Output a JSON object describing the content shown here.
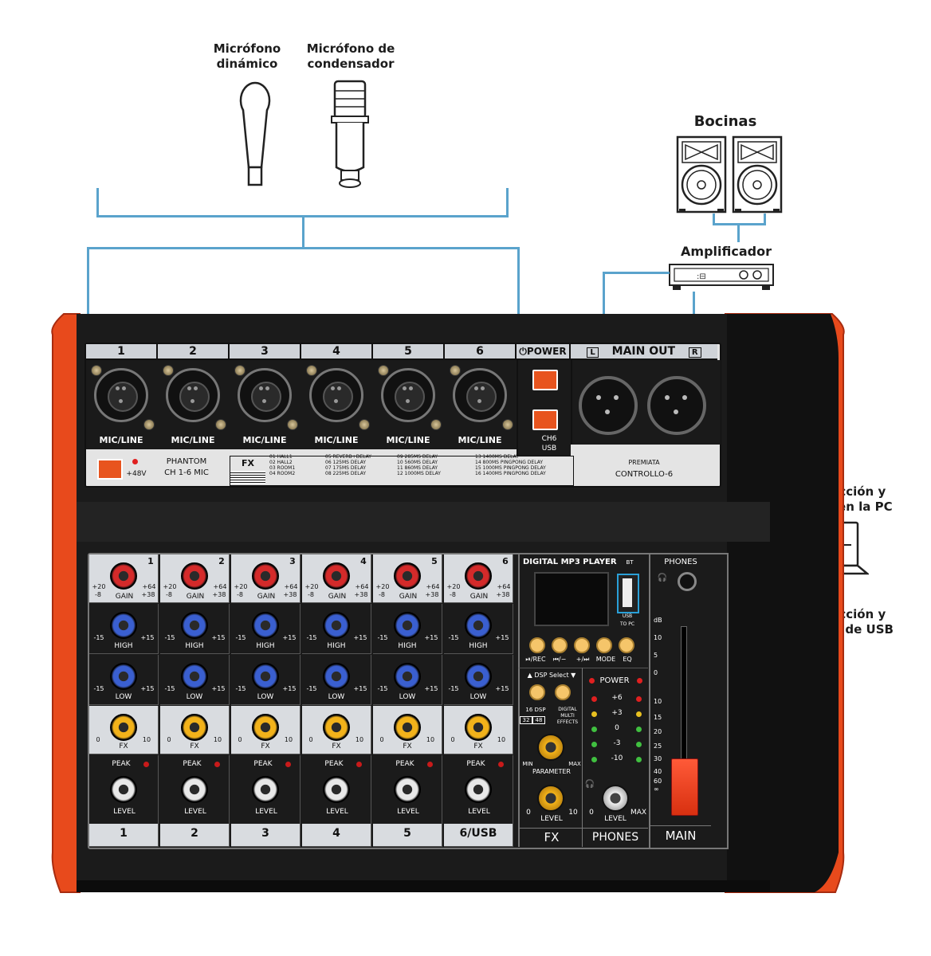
{
  "labels": {
    "mic_dynamic": [
      "Micrófono",
      "dinámico"
    ],
    "mic_condenser": [
      "Micrófono de",
      "condensador"
    ],
    "speakers": "Bocinas",
    "amplifier": "Amplificador",
    "pc": [
      "Reproducción y",
      "rabación en la PC"
    ],
    "usb": [
      "Reproducción y",
      "grabación de USB"
    ]
  },
  "mixer": {
    "channels": [
      "1",
      "2",
      "3",
      "4",
      "5",
      "6"
    ],
    "input_label": "MIC/LINE",
    "power_label": "POWER",
    "main_out_label": "MAIN OUT",
    "main_out_l": "L",
    "main_out_r": "R",
    "ch6_label": "CH6",
    "usb_label": "USB",
    "phantom": [
      "PHANTOM",
      "CH 1-6 MIC"
    ],
    "phantom_volt": "+48V",
    "fx_label": "FX",
    "fx_presets": [
      [
        "01 HALL1",
        "02 HALL2",
        "03 ROOM1",
        "04 ROOM2"
      ],
      [
        "05 REVERB+DELAY",
        "06 125MS DELAY",
        "07 175MS DELAY",
        "08 225MS DELAY"
      ],
      [
        "09 285MS DELAY",
        "10 560MS DELAY",
        "11 860MS DELAY",
        "12 1000MS DELAY"
      ],
      [
        "13 1400MS DELAY",
        "14 800MS PINGPONG DELAY",
        "15 1000MS PINGPONG DELAY",
        "16 1400MS PINGPONG DELAY"
      ]
    ],
    "brand": "PREMIATA",
    "model": "CONTROLLO-6",
    "gain_label": "GAIN",
    "gain_min": "+20",
    "gain_max": "+64",
    "gain_pad": "-8",
    "gain_pad2": "+38",
    "high_label": "HIGH",
    "low_label": "LOW",
    "eq_min": "-15",
    "eq_max": "+15",
    "fx_send": "FX",
    "fx_min": "0",
    "fx_max": "10",
    "peak_label": "PEAK",
    "level_label": "LEVEL",
    "strip_bottom": [
      "1",
      "2",
      "3",
      "4",
      "5",
      "6/USB"
    ],
    "mp3_title": "DIGITAL MP3 PLAYER",
    "bt_label": "BT",
    "to_pc": "TO PC",
    "usb_port": "USB",
    "mp3_buttons": [
      "⏯/REC",
      "⏮/−",
      "+/⏭",
      "MODE",
      "EQ"
    ],
    "dsp_select": "▲ DSP Select ▼",
    "dsp_text": [
      "16 DSP",
      "32",
      "48",
      "DIGITAL",
      "MULTI",
      "EFFECTS"
    ],
    "parameter": [
      "MIN",
      "MAX",
      "PARAMETER"
    ],
    "fx_bottom": "FX",
    "meter_power": "POWER",
    "meter_levels": [
      "+6",
      "+3",
      "0",
      "-3",
      "-10"
    ],
    "phones_top": "PHONES",
    "phones_bottom": "PHONES",
    "phones_max": "MAX",
    "main_bottom": "MAIN",
    "fader_scale": [
      "dB",
      "10",
      "5",
      "0",
      "10",
      "15",
      "20",
      "25",
      "30",
      "40",
      "60",
      "∞"
    ]
  },
  "colors": {
    "wire": "#5aa3cc",
    "side_red": "#e84a1c",
    "gain_knob": "#d42a2a",
    "eq_knob": "#3a5fd0",
    "fx_knob": "#f2b21a",
    "level_knob": "#e8e8e8"
  }
}
